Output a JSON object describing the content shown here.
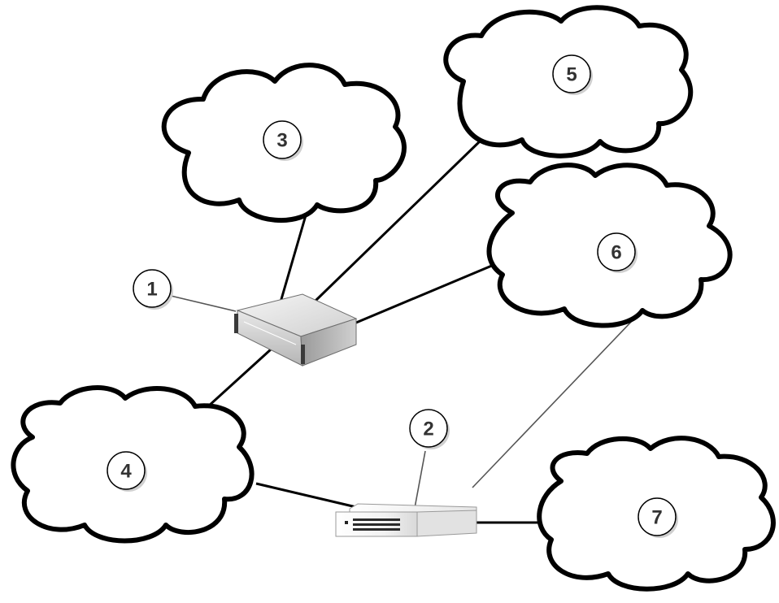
{
  "diagram": {
    "nodes": [
      {
        "id": "1",
        "kind": "device-1",
        "label": "1"
      },
      {
        "id": "2",
        "kind": "device-2",
        "label": "2"
      },
      {
        "id": "3",
        "kind": "cloud",
        "label": "3"
      },
      {
        "id": "4",
        "kind": "cloud",
        "label": "4"
      },
      {
        "id": "5",
        "kind": "cloud",
        "label": "5"
      },
      {
        "id": "6",
        "kind": "cloud",
        "label": "6"
      },
      {
        "id": "7",
        "kind": "cloud",
        "label": "7"
      }
    ],
    "edges": [
      {
        "from": "1",
        "to": "3",
        "style": "solid"
      },
      {
        "from": "1",
        "to": "5",
        "style": "solid"
      },
      {
        "from": "1",
        "to": "6",
        "style": "solid"
      },
      {
        "from": "1",
        "to": "4",
        "style": "solid"
      },
      {
        "from": "2",
        "to": "4",
        "style": "solid"
      },
      {
        "from": "2",
        "to": "7",
        "style": "solid"
      },
      {
        "from": "2",
        "to": "6",
        "style": "thin"
      }
    ],
    "colors": {
      "outline": "#000000",
      "badge_text": "#333333",
      "device_light": "#f4f4f4",
      "device_dark": "#8a8a8a"
    }
  }
}
